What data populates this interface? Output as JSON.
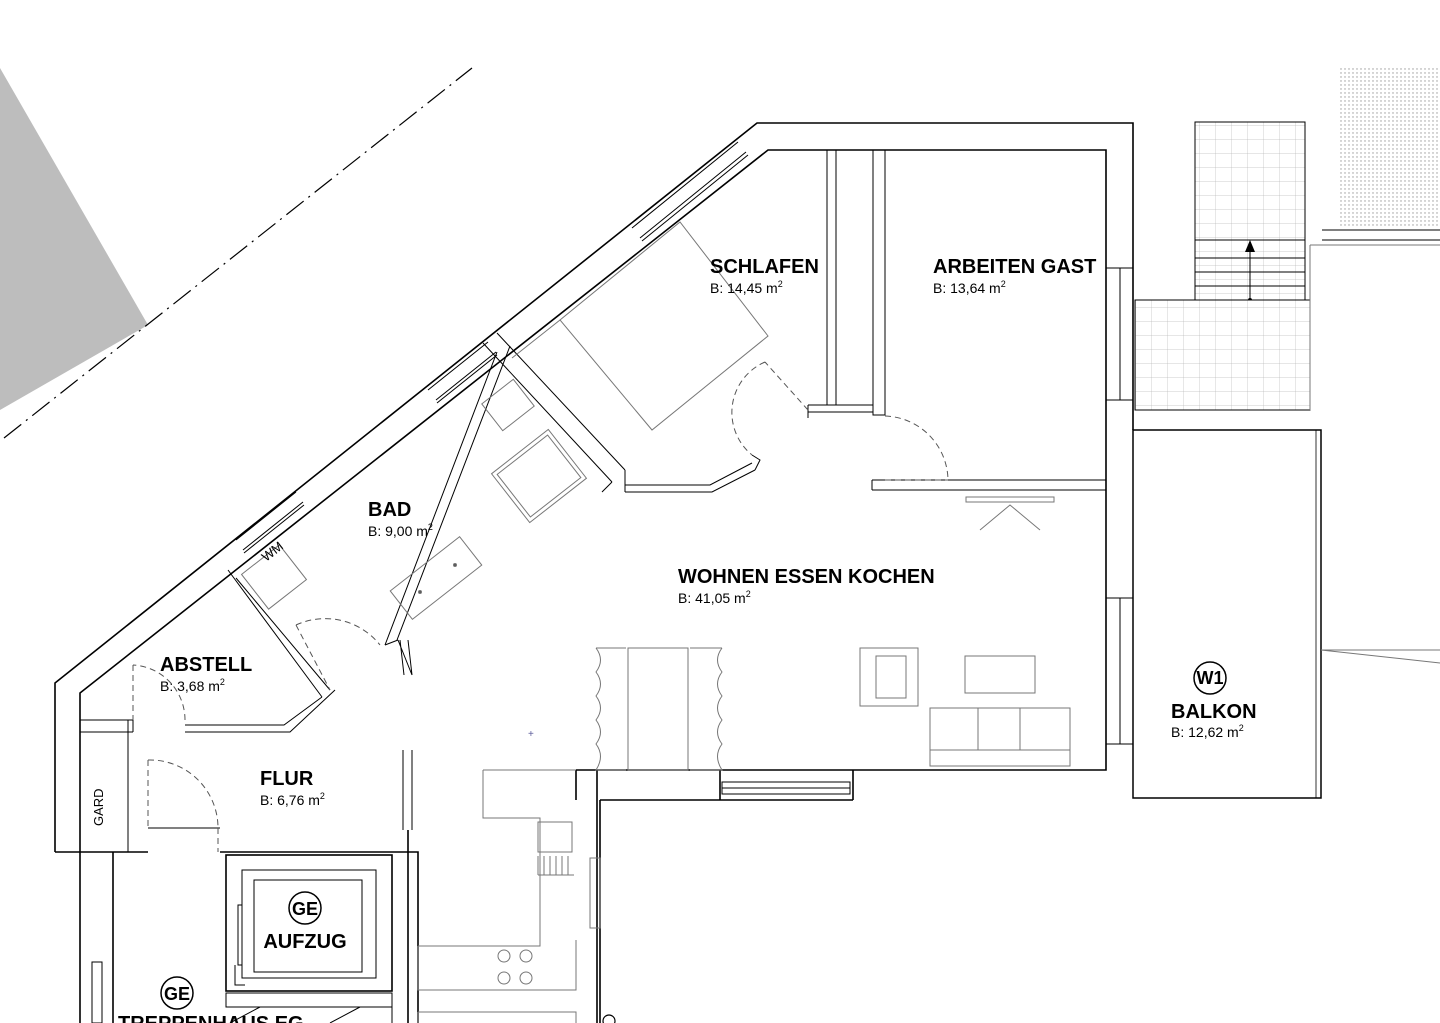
{
  "rooms": {
    "schlafen": {
      "name": "SCHLAFEN",
      "area_prefix": "B: 14,45 m",
      "area_unit_sup": "2"
    },
    "arbeiten": {
      "name": "ARBEITEN GAST",
      "area_prefix": "B: 13,64 m",
      "area_unit_sup": "2"
    },
    "bad": {
      "name": "BAD",
      "area_prefix": "B: 9,00 m",
      "area_unit_sup": "2"
    },
    "wohnen": {
      "name": "WOHNEN ESSEN KOCHEN",
      "area_prefix": "B: 41,05 m",
      "area_unit_sup": "2"
    },
    "abstell": {
      "name": "ABSTELL",
      "area_prefix": "B: 3,68 m",
      "area_unit_sup": "2"
    },
    "flur": {
      "name": "FLUR",
      "area_prefix": "B: 6,76 m",
      "area_unit_sup": "2"
    },
    "balkon": {
      "name": "BALKON",
      "area_prefix": "B: 12,62 m",
      "area_unit_sup": "2"
    },
    "aufzug": {
      "name": "AUFZUG"
    }
  },
  "badges": {
    "balkon": "W1",
    "aufzug": "GE",
    "treppenhaus": "GE"
  },
  "labels": {
    "wm": "WM",
    "gard": "GARD",
    "treppenhaus_partial": "TREPPENHAUS EG"
  },
  "colors": {
    "line": "#000000",
    "shade": "#bdbdbd",
    "furniture": "#777777",
    "background": "#ffffff"
  }
}
